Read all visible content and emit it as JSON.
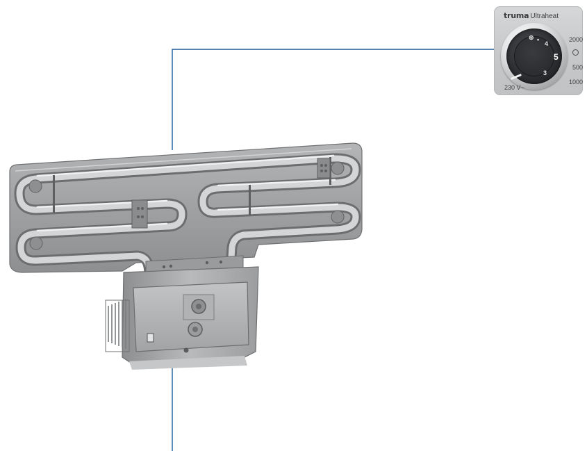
{
  "control_panel": {
    "brand_logo": "truma",
    "brand_model": "Ultraheat",
    "knob": {
      "setting": "5",
      "top_marks": [
        "⊚",
        "•",
        "4"
      ],
      "lower_mark": "3"
    },
    "power_levels": [
      "2000",
      "500",
      "1000"
    ],
    "voltage": "230 V~"
  },
  "colors": {
    "leader_line": "#1f5a99",
    "steel_dark": "#7a7b7d",
    "steel_mid": "#a7a8aa",
    "steel_light": "#d9dadb",
    "plate": "#9fa0a2"
  }
}
